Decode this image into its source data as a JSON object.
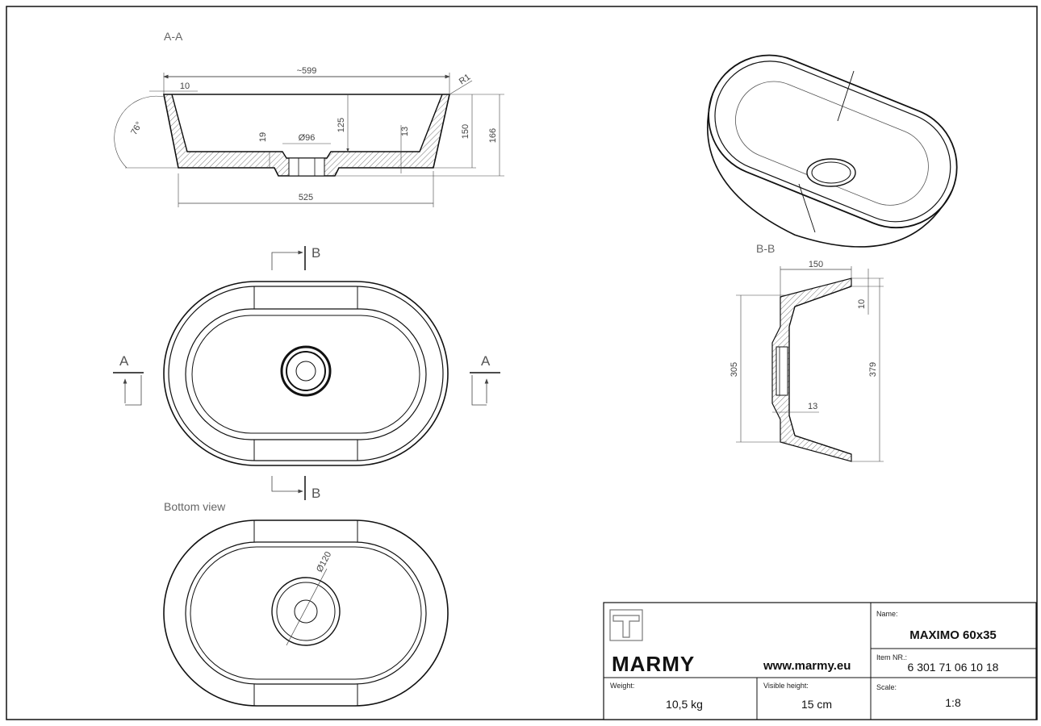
{
  "views": {
    "section_aa": {
      "label": "A-A",
      "dims": {
        "top_width": "~599",
        "rim": "10",
        "radius": "R1",
        "angle": "76°",
        "drain_dia": "Ø96",
        "depth_19": "19",
        "inner_depth": "125",
        "wall_13": "13",
        "height_150": "150",
        "height_166": "166",
        "bottom_width": "525"
      }
    },
    "top_view": {
      "cut_b_label": "B",
      "cut_a_label": "A"
    },
    "bottom_view": {
      "label": "Bottom view",
      "foot_dia": "Ø120"
    },
    "section_bb": {
      "label": "B-B",
      "dims": {
        "top_width": "150",
        "rim": "10",
        "height_305": "305",
        "height_379": "379",
        "wall_13": "13"
      }
    }
  },
  "title_block": {
    "brand": "MARMY",
    "website": "www.marmy.eu",
    "name_label": "Name:",
    "name_value": "MAXIMO 60x35",
    "item_label": "Item NR.:",
    "item_value": "6 301 71 06 10 18",
    "weight_label": "Weight:",
    "weight_value": "10,5 kg",
    "visible_height_label": "Visible height:",
    "visible_height_value": "15 cm",
    "scale_label": "Scale:",
    "scale_value": "1:8"
  }
}
